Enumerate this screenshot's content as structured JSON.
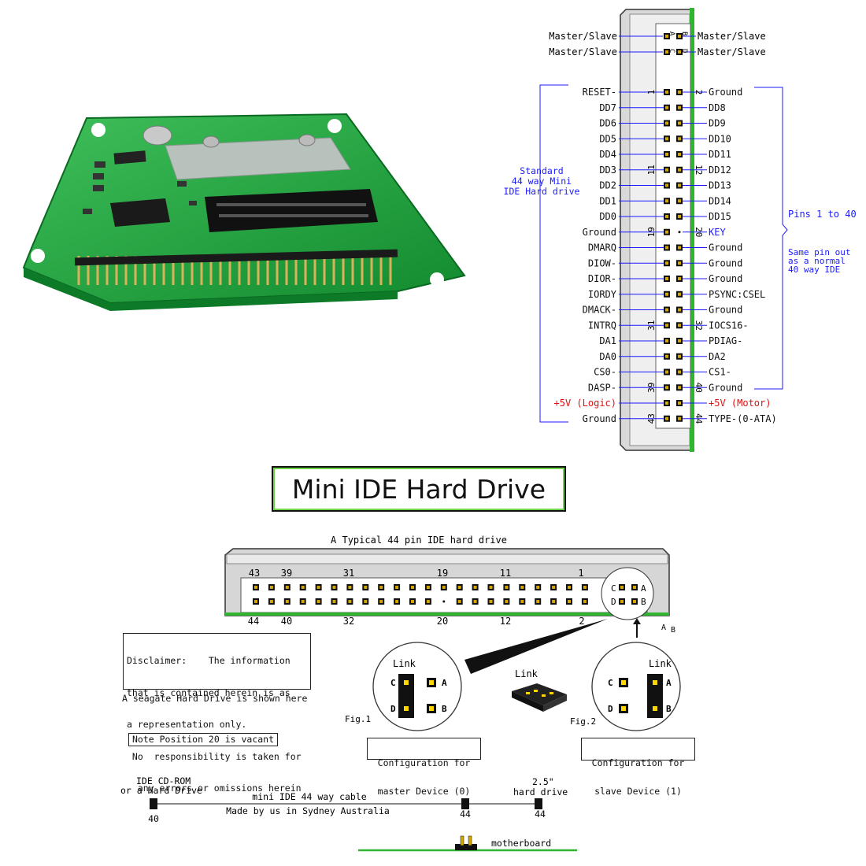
{
  "pinout": {
    "jumper_labels": {
      "left": [
        "Master/Slave",
        "Master/Slave"
      ],
      "right": [
        "Master/Slave",
        "Master/Slave"
      ],
      "letters_top": [
        "A",
        "B"
      ],
      "letters_bottom": [
        "C",
        "D"
      ]
    },
    "rows": [
      {
        "left": "RESET-",
        "right": "Ground",
        "lnum": "1",
        "rnum": "2"
      },
      {
        "left": "DD7",
        "right": "DD8"
      },
      {
        "left": "DD6",
        "right": "DD9"
      },
      {
        "left": "DD5",
        "right": "DD10"
      },
      {
        "left": "DD4",
        "right": "DD11"
      },
      {
        "left": "DD3",
        "right": "DD12",
        "lnum": "11",
        "rnum": "12"
      },
      {
        "left": "DD2",
        "right": "DD13"
      },
      {
        "left": "DD1",
        "right": "DD14"
      },
      {
        "left": "DD0",
        "right": "DD15"
      },
      {
        "left": "Ground",
        "right": "KEY",
        "lnum": "19",
        "rnum": "20",
        "key": true
      },
      {
        "left": "DMARQ",
        "right": "Ground"
      },
      {
        "left": "DIOW-",
        "right": "Ground"
      },
      {
        "left": "DIOR-",
        "right": "Ground"
      },
      {
        "left": "IORDY",
        "right": "PSYNC:CSEL"
      },
      {
        "left": "DMACK-",
        "right": "Ground"
      },
      {
        "left": "INTRQ",
        "right": "IOCS16-",
        "lnum": "31",
        "rnum": "32"
      },
      {
        "left": "DA1",
        "right": "PDIAG-"
      },
      {
        "left": "DA0",
        "right": "DA2"
      },
      {
        "left": "CS0-",
        "right": "CS1-"
      },
      {
        "left": "DASP-",
        "right": "Ground",
        "lnum": "39",
        "rnum": "40"
      },
      {
        "left": "+5V (Logic)",
        "right": "+5V (Motor)",
        "red": true
      },
      {
        "left": "Ground",
        "right": "TYPE-(0-ATA)",
        "lnum": "43",
        "rnum": "44"
      }
    ],
    "standard_note": [
      "Standard",
      "44 way Mini",
      "IDE Hard drive"
    ],
    "pins_note": "Pins 1 to 40",
    "same_note": [
      "Same pin out",
      "as a normal",
      "40 way IDE"
    ]
  },
  "title": "Mini  IDE Hard Drive",
  "connector": {
    "caption": "A Typical 44 pin IDE hard drive",
    "top_numbers": [
      "43",
      "39",
      "31",
      "19",
      "11",
      "1"
    ],
    "bottom_numbers": [
      "44",
      "40",
      "32",
      "20",
      "12",
      "2"
    ],
    "jumper_letters": [
      "C",
      "A",
      "D",
      "B"
    ],
    "ab_label": [
      "A",
      "B"
    ]
  },
  "disclaimer": [
    "Disclaimer:    The information",
    "that is contained herein is as",
    "a representation only.",
    " No  responsibility is taken for",
    "  any errors or omissions herein"
  ],
  "seagate_note": "A seagate Hard Drive is shown here",
  "note_position": "Note Position 20 is vacant",
  "figures": {
    "fig1": {
      "label": "Fig.1",
      "link": "Link",
      "caption": [
        "Configuration for",
        "master Device (0)"
      ]
    },
    "fig2": {
      "label": "Fig.2",
      "link": "Link",
      "caption": [
        "Configuration for",
        "slave Device (1)"
      ]
    },
    "middle_link": "Link",
    "pin_letters": [
      "C",
      "A",
      "D",
      "B"
    ]
  },
  "cable": {
    "left_label": [
      "IDE CD-ROM",
      "or a Hard Drive"
    ],
    "right_label": [
      "2.5\"",
      "hard drive"
    ],
    "cable_name": "mini IDE 44 way cable",
    "made_by": "Made by us in Sydney Australia",
    "numbers": [
      "40",
      "44",
      "44"
    ],
    "motherboard": "motherboard"
  },
  "colors": {
    "blue": "#1a1aff",
    "red": "#e01010",
    "green": "#2fb52f",
    "pcb": "#1f9e3a",
    "pin": "#d4a800"
  }
}
